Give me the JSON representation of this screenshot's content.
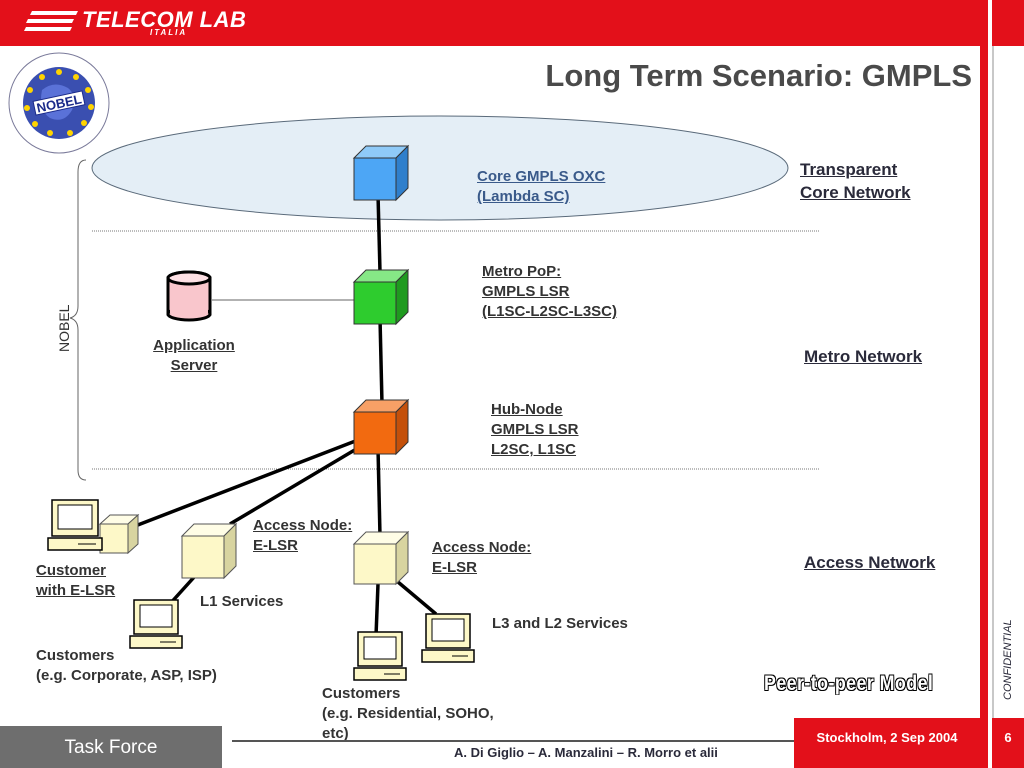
{
  "header": {
    "logo_text": "TELECOM LAB",
    "logo_sub": "ITALIA",
    "title": "Long Term Scenario: GMPLS",
    "seal_text": "NOBEL"
  },
  "side_label": "NOBEL",
  "nodes": {
    "core": [
      "Core GMPLS OXC",
      "(Lambda SC)"
    ],
    "metro_pop": [
      "Metro PoP:",
      "GMPLS LSR",
      "(L1SC-L2SC-L3SC)"
    ],
    "app_server": [
      "Application",
      "Server"
    ],
    "hub": [
      "Hub-Node",
      "GMPLS LSR",
      "L2SC, L1SC"
    ],
    "access1": [
      "Access Node:",
      "E-LSR"
    ],
    "access2": [
      "Access Node:",
      "E-LSR"
    ],
    "customer_elsr": [
      "Customer",
      "with E-LSR"
    ],
    "l1_services": "L1 Services",
    "l3l2_services": "L3 and L2 Services",
    "customers_corp": [
      "Customers",
      "(e.g. Corporate, ASP, ISP)"
    ],
    "customers_res": [
      "Customers",
      "(e.g. Residential, SOHO,",
      "etc)"
    ]
  },
  "networks": {
    "core": [
      "Transparent",
      "Core Network"
    ],
    "metro": "Metro Network",
    "access": "Access Network"
  },
  "peer_model": "Peer-to-peer Model",
  "confidential": "CONFIDENTIAL",
  "footer": {
    "task_force": "Task Force",
    "authors": "A. Di Giglio – A. Manzalini – R. Morro  et alii",
    "location_date": "Stockholm, 2 Sep 2004",
    "page": "6"
  },
  "colors": {
    "brand_red": "#e3101a",
    "core_node": "#4da6f5",
    "metro_node": "#2ecc2e",
    "hub_node": "#f26a10",
    "access_node": "#fdf8c8",
    "ellipse_fill": "#e4eef6"
  }
}
